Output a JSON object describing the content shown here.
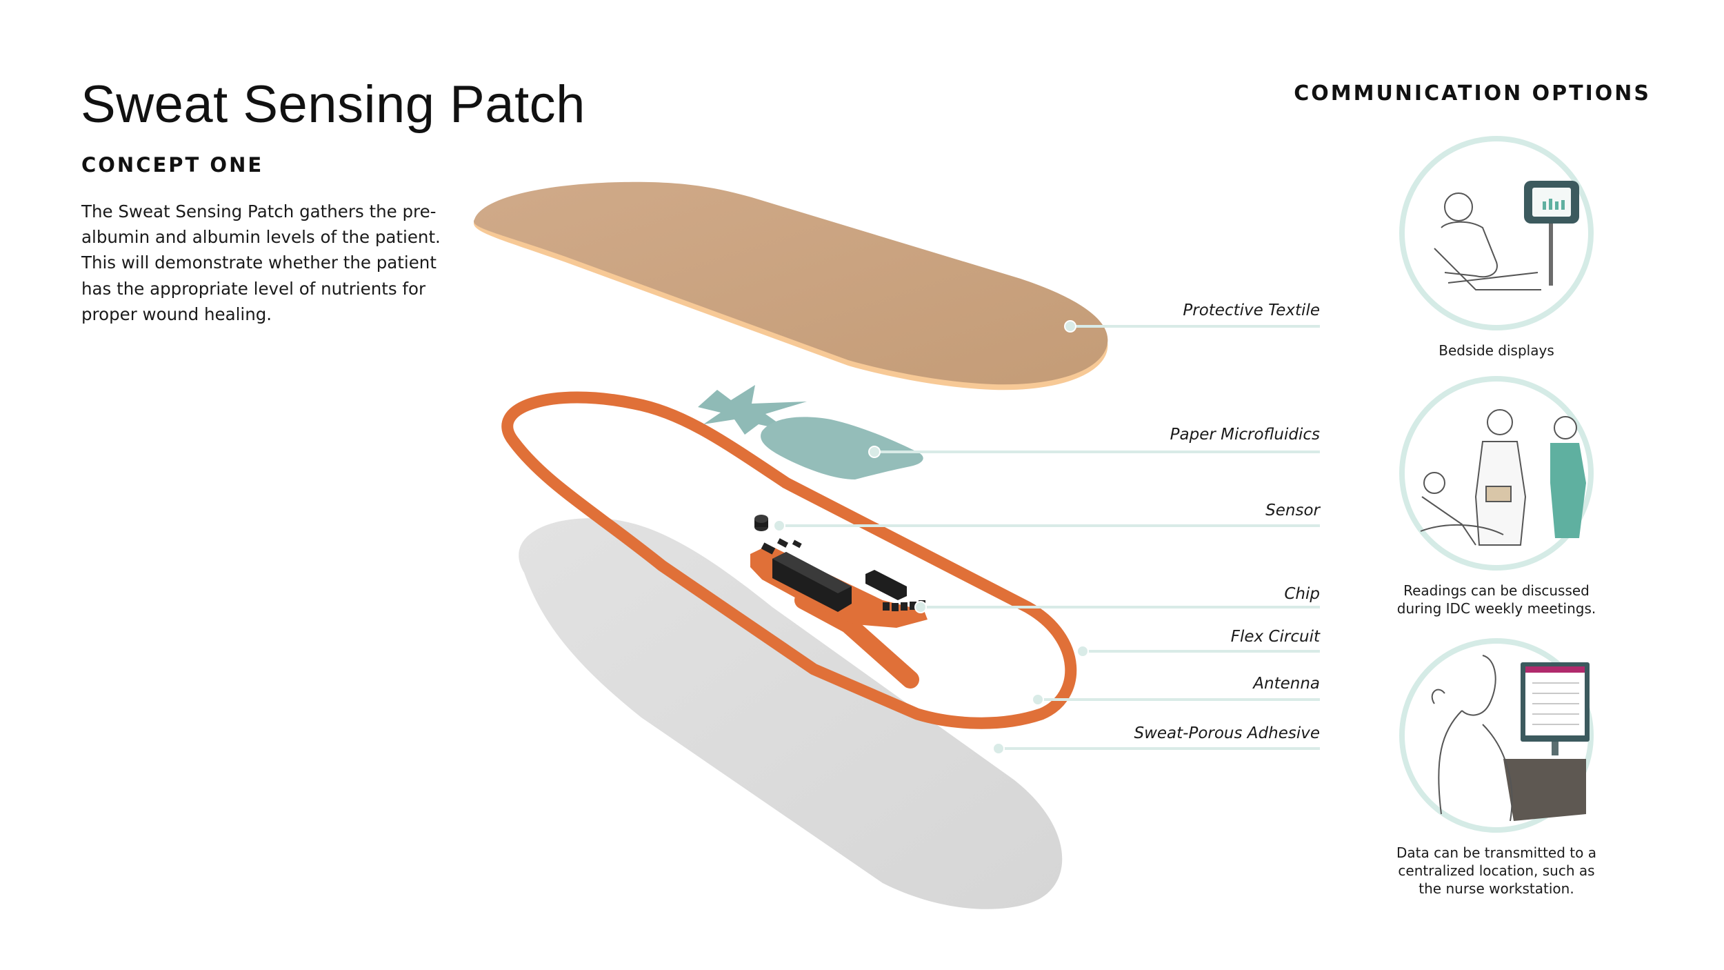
{
  "page": {
    "title": "Sweat Sensing Patch",
    "subtitle": "CONCEPT ONE",
    "description_lines": [
      "The Sweat Sensing Patch gathers the pre-",
      "albumin and albumin levels of the patient.",
      "This will demonstrate whether the patient",
      "has the appropriate level of nutrients for",
      "proper wound healing."
    ]
  },
  "diagram": {
    "labels": {
      "protective_textile": "Protective Textile",
      "paper_microfluidics": "Paper Microfluidics",
      "sensor": "Sensor",
      "chip": "Chip",
      "flex_circuit": "Flex Circuit",
      "antenna": "Antenna",
      "sweat_porous_adhesive": "Sweat-Porous Adhesive"
    }
  },
  "communication": {
    "heading": "COMMUNICATION OPTIONS",
    "options": [
      {
        "caption_lines": [
          "Bedside displays"
        ],
        "icon": "bedside-monitor-illustration"
      },
      {
        "caption_lines": [
          "Readings can be discussed",
          "during IDC weekly meetings."
        ],
        "icon": "care-team-meeting-illustration"
      },
      {
        "caption_lines": [
          "Data can be transmitted to a",
          "centralized location, such as",
          "the nurse workstation."
        ],
        "icon": "nurse-workstation-illustration"
      }
    ]
  },
  "colors": {
    "textile": "#c9a27e",
    "textile_edge": "#f4c89a",
    "flex_circuit": "#e0703a",
    "microfluidics": "#94bdb9",
    "adhesive": "#dcdcdc",
    "leader_line": "#d9ebe7",
    "circle_ring": "#d5ebe6",
    "scrubs": "#5fb0a0"
  }
}
